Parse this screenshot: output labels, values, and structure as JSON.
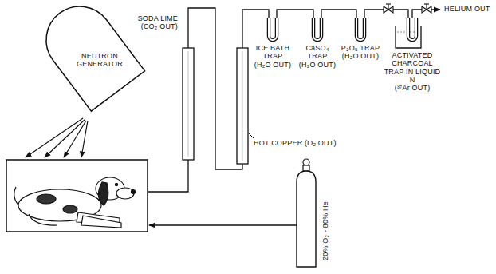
{
  "diagram": {
    "nodes": [
      {
        "text": [
          "NEUTRON GENERATOR"
        ]
      },
      {
        "text": [
          "SODA LIME",
          "(CO₂ OUT)"
        ]
      },
      {
        "text": [
          "HOT COPPER (O₂ OUT)"
        ]
      },
      {
        "text": [
          "ICE BATH TRAP",
          "(H₂O OUT)"
        ]
      },
      {
        "text": [
          "CaSO₄ TRAP",
          "(H₂O OUT)"
        ]
      },
      {
        "text": [
          "P₂O₅ TRAP",
          "(H₂O OUT)"
        ]
      },
      {
        "text": [
          "ACTIVATED CHARCOAL TRAP IN LIQUID N",
          "(³⁷Ar OUT)"
        ]
      },
      {
        "text": [
          "20% O₂ - 80% He"
        ]
      }
    ],
    "edges": [
      {
        "from": 1,
        "to": 2,
        "arrow": "none"
      },
      {
        "from": 2,
        "to": 3,
        "arrow": "none"
      },
      {
        "from": 3,
        "to": 4,
        "arrow": "none"
      },
      {
        "from": 4,
        "to": 5,
        "arrow": "none"
      },
      {
        "from": 5,
        "to": 6,
        "arrow": "none"
      }
    ],
    "labels": [
      "HELIUM OUT"
    ]
  }
}
